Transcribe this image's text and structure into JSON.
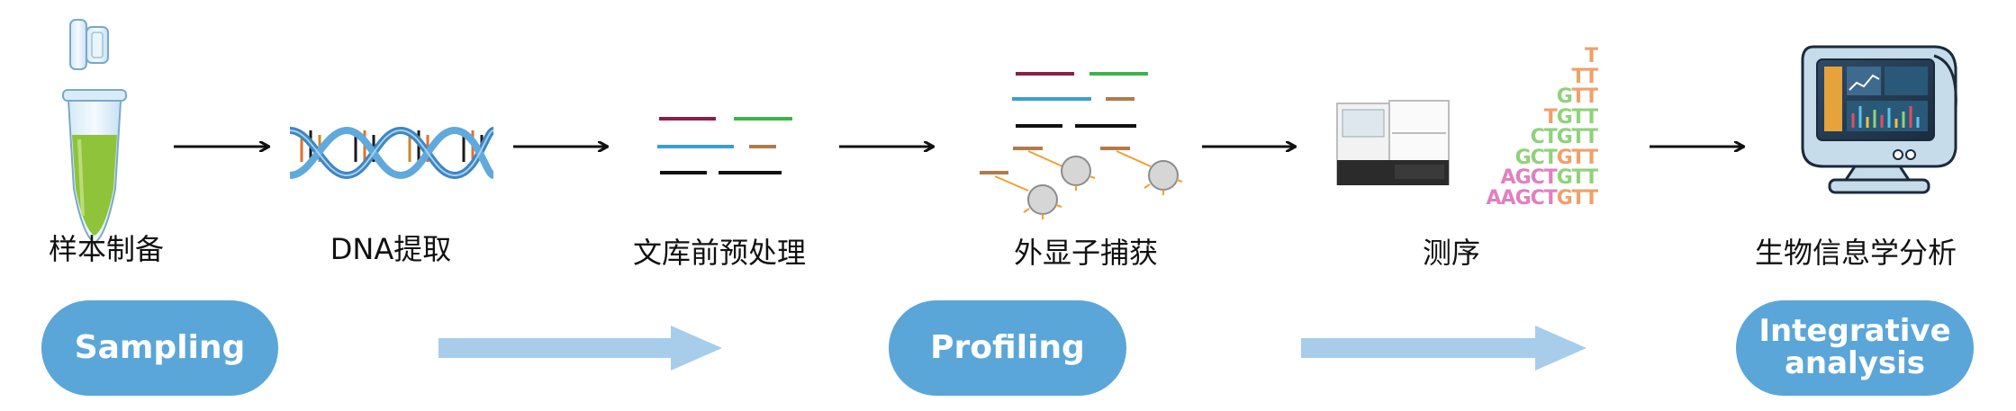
{
  "steps": [
    {
      "label": "样本制备",
      "icon": "sample-tube-icon"
    },
    {
      "label": "DNA提取",
      "icon": "dna-helix-icon"
    },
    {
      "label": "文库前预处理",
      "icon": "library-fragments-icon"
    },
    {
      "label": "外显子捕获",
      "icon": "exome-capture-icon"
    },
    {
      "label": "测序",
      "icon": "sequencer-icon"
    },
    {
      "label": "生物信息学分析",
      "icon": "computer-monitor-icon"
    }
  ],
  "phases": {
    "sampling": "Sampling",
    "profiling": "Profiling",
    "integrative_line1": "Integrative",
    "integrative_line2": "analysis"
  },
  "sequence_rows": [
    {
      "prefix": "",
      "suffix": "T"
    },
    {
      "prefix": "",
      "suffix": "TT"
    },
    {
      "prefix": "G",
      "suffix": "TT"
    },
    {
      "prefix": "T",
      "suffix": "GTT"
    },
    {
      "prefix": "CT",
      "suffix": "GTT"
    },
    {
      "prefix": "GCT",
      "suffix": "GTT"
    },
    {
      "prefix": "AGCT",
      "suffix": "GTT"
    },
    {
      "prefix": "AAGCT",
      "suffix": "GTT"
    }
  ],
  "colors": {
    "pill": "#5aa6d8",
    "flow_arrow": "#a7cdeb",
    "seq_A": "#e27fc0",
    "seq_C": "#8fd27a",
    "seq_G": "#8fd27a",
    "seq_T": "#f0a06a",
    "seq_tail": "#f0a06a"
  }
}
